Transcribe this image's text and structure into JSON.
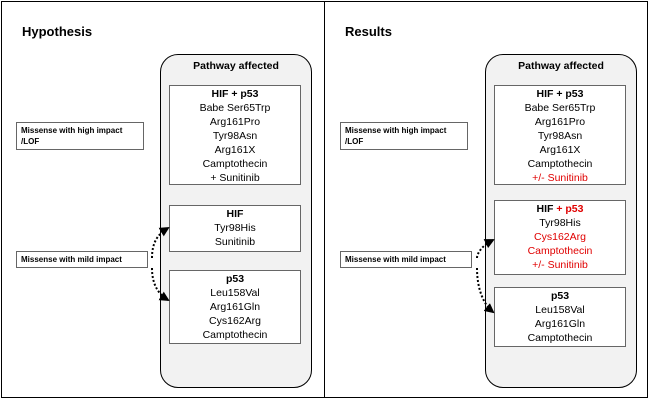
{
  "hypothesis": {
    "title": "Hypothesis",
    "pathway_title": "Pathway affected",
    "box1": {
      "head": "HIF + p53",
      "lines": [
        "Babe Ser65Trp",
        "Arg161Pro",
        "Tyr98Asn",
        "Arg161X",
        "Camptothecin",
        "+ Sunitinib"
      ]
    },
    "box2": {
      "head": "HIF",
      "lines": [
        "Tyr98His",
        "Sunitinib"
      ]
    },
    "box3": {
      "head": "p53",
      "lines": [
        "Leu158Val",
        "Arg161Gln",
        "Cys162Arg",
        "Camptothecin"
      ]
    },
    "high_impact_label": "Missense with high impact /LOF",
    "mild_impact_label": "Missense with mild impact"
  },
  "results": {
    "title": "Results",
    "pathway_title": "Pathway affected",
    "box1": {
      "head": "HIF + p53",
      "lines": [
        "Babe Ser65Trp",
        "Arg161Pro",
        "Tyr98Asn",
        "Arg161X",
        "Camptothecin",
        "+/- Sunitinib"
      ]
    },
    "box2": {
      "head_black": "HIF",
      "head_red": " + p53",
      "lines": [
        "Tyr98His",
        "Cys162Arg",
        "Camptothecin",
        "+/- Sunitinib"
      ]
    },
    "box3": {
      "head": "p53",
      "lines": [
        "Leu158Val",
        "Arg161Gln",
        "Camptothecin"
      ]
    },
    "high_impact_label": "Missense with high impact /LOF",
    "mild_impact_label": "Missense with mild impact"
  },
  "colors": {
    "highlight": "#e00000"
  }
}
